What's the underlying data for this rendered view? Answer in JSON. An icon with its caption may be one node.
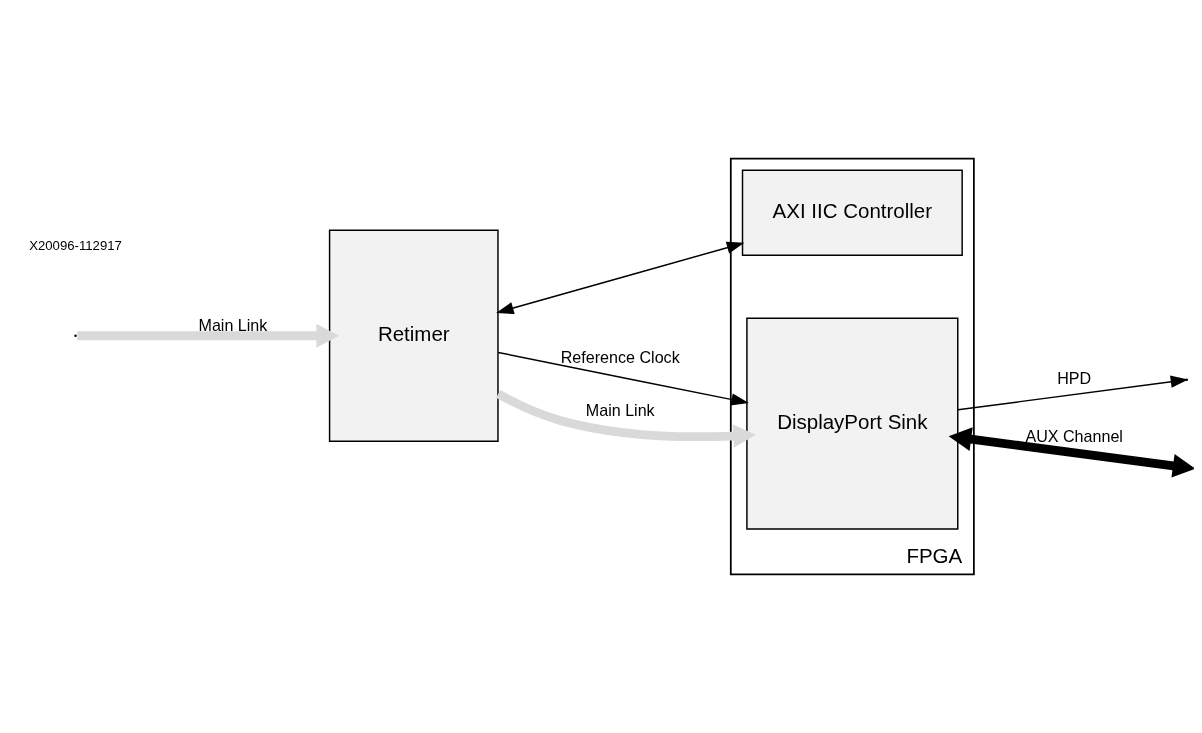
{
  "diagram": {
    "nodes": [
      {
        "text": [
          "FPGA"
        ]
      },
      {
        "text": [
          "AXI IIC Controller"
        ],
        "in": 0
      },
      {
        "text": [
          "DisplayPort Sink"
        ],
        "in": 0
      },
      {
        "text": [
          "Retimer"
        ]
      }
    ],
    "edges": [
      {
        "from": null,
        "to": 3,
        "arrow": "to",
        "label": "Main Link",
        "style": "thick",
        "color": "#d9d9d9"
      },
      {
        "from": 3,
        "to": 1,
        "arrow": "both"
      },
      {
        "from": 3,
        "to": 2,
        "arrow": "to",
        "label": "Reference Clock"
      },
      {
        "from": 3,
        "to": 2,
        "arrow": "to",
        "label": "Main Link",
        "style": "thick",
        "color": "#d9d9d9"
      },
      {
        "from": 2,
        "to": null,
        "arrow": "to",
        "label": "HPD"
      },
      {
        "from": 2,
        "to": null,
        "arrow": "both",
        "label": "AUX Channel",
        "style": "thick"
      }
    ],
    "labels": [
      "X20096-112917"
    ]
  }
}
